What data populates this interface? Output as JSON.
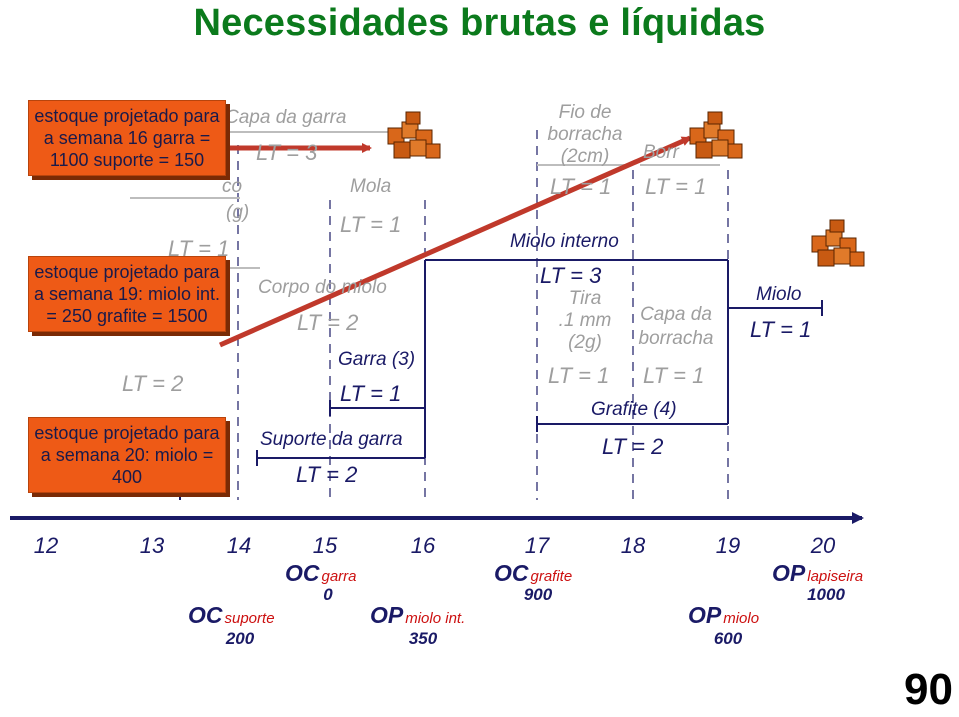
{
  "title": "Necessidades brutas e líquidas",
  "callouts": [
    "estoque projetado para a semana 16 garra = 1100 suporte = 150",
    "estoque projetado para a semana 19: miolo int. = 250 grafite = 1500",
    "estoque projetado para a semana 20: miolo = 400"
  ],
  "weeks": [
    "12",
    "13",
    "14",
    "15",
    "16",
    "17",
    "18",
    "19",
    "20"
  ],
  "items": {
    "capa_garra": {
      "name": "Capa da garra",
      "lt": "LT = 3"
    },
    "tampa": {
      "name1": "co",
      "name2": "(g)",
      "lt": "LT = 1"
    },
    "lt2_left": "LT = 2",
    "mola": {
      "name": "Mola",
      "lt": "LT = 1"
    },
    "corpo_miolo": {
      "name": "Corpo do miolo",
      "lt": "LT = 2"
    },
    "garra": {
      "name": "Garra (3)",
      "lt": "LT = 1"
    },
    "suporte_garra": {
      "name": "Suporte da garra",
      "lt": "LT = 2"
    },
    "fio_borracha": {
      "name1": "Fio de",
      "name2": "borracha",
      "name3": "(2cm)",
      "lt": "LT = 1"
    },
    "borracha": {
      "name": "Borr",
      "lt": "LT = 1"
    },
    "miolo_interno": {
      "name": "Miolo interno",
      "lt": "LT = 3"
    },
    "tira": {
      "name1": "Tira",
      "name2": ".1 mm",
      "name3": "(2g)",
      "lt": "LT = 1"
    },
    "capa_borracha": {
      "name1": "Capa da",
      "name2": "borracha",
      "lt": "LT = 1"
    },
    "grafite": {
      "name": "Grafite (4)",
      "lt": "LT = 2"
    },
    "miolo": {
      "name": "Miolo",
      "lt": "LT = 1"
    }
  },
  "orders": [
    {
      "type": "OC",
      "item": "garra",
      "qty": "0"
    },
    {
      "type": "OC",
      "item": "grafite",
      "qty": "900"
    },
    {
      "type": "OP",
      "item": "lapiseira",
      "qty": "1000"
    },
    {
      "type": "OC",
      "item": "suporte",
      "qty": "200"
    },
    {
      "type": "OP",
      "item": "miolo int.",
      "qty": "350"
    },
    {
      "type": "OP",
      "item": "miolo",
      "qty": "600"
    }
  ],
  "page_number": "90",
  "colors": {
    "title": "#0b7a1c",
    "callout": "#ee5a16",
    "line": "#1a1a66",
    "arrow": "#c0392b",
    "faded": "#9e9e9e",
    "order_label": "#cc1010"
  }
}
